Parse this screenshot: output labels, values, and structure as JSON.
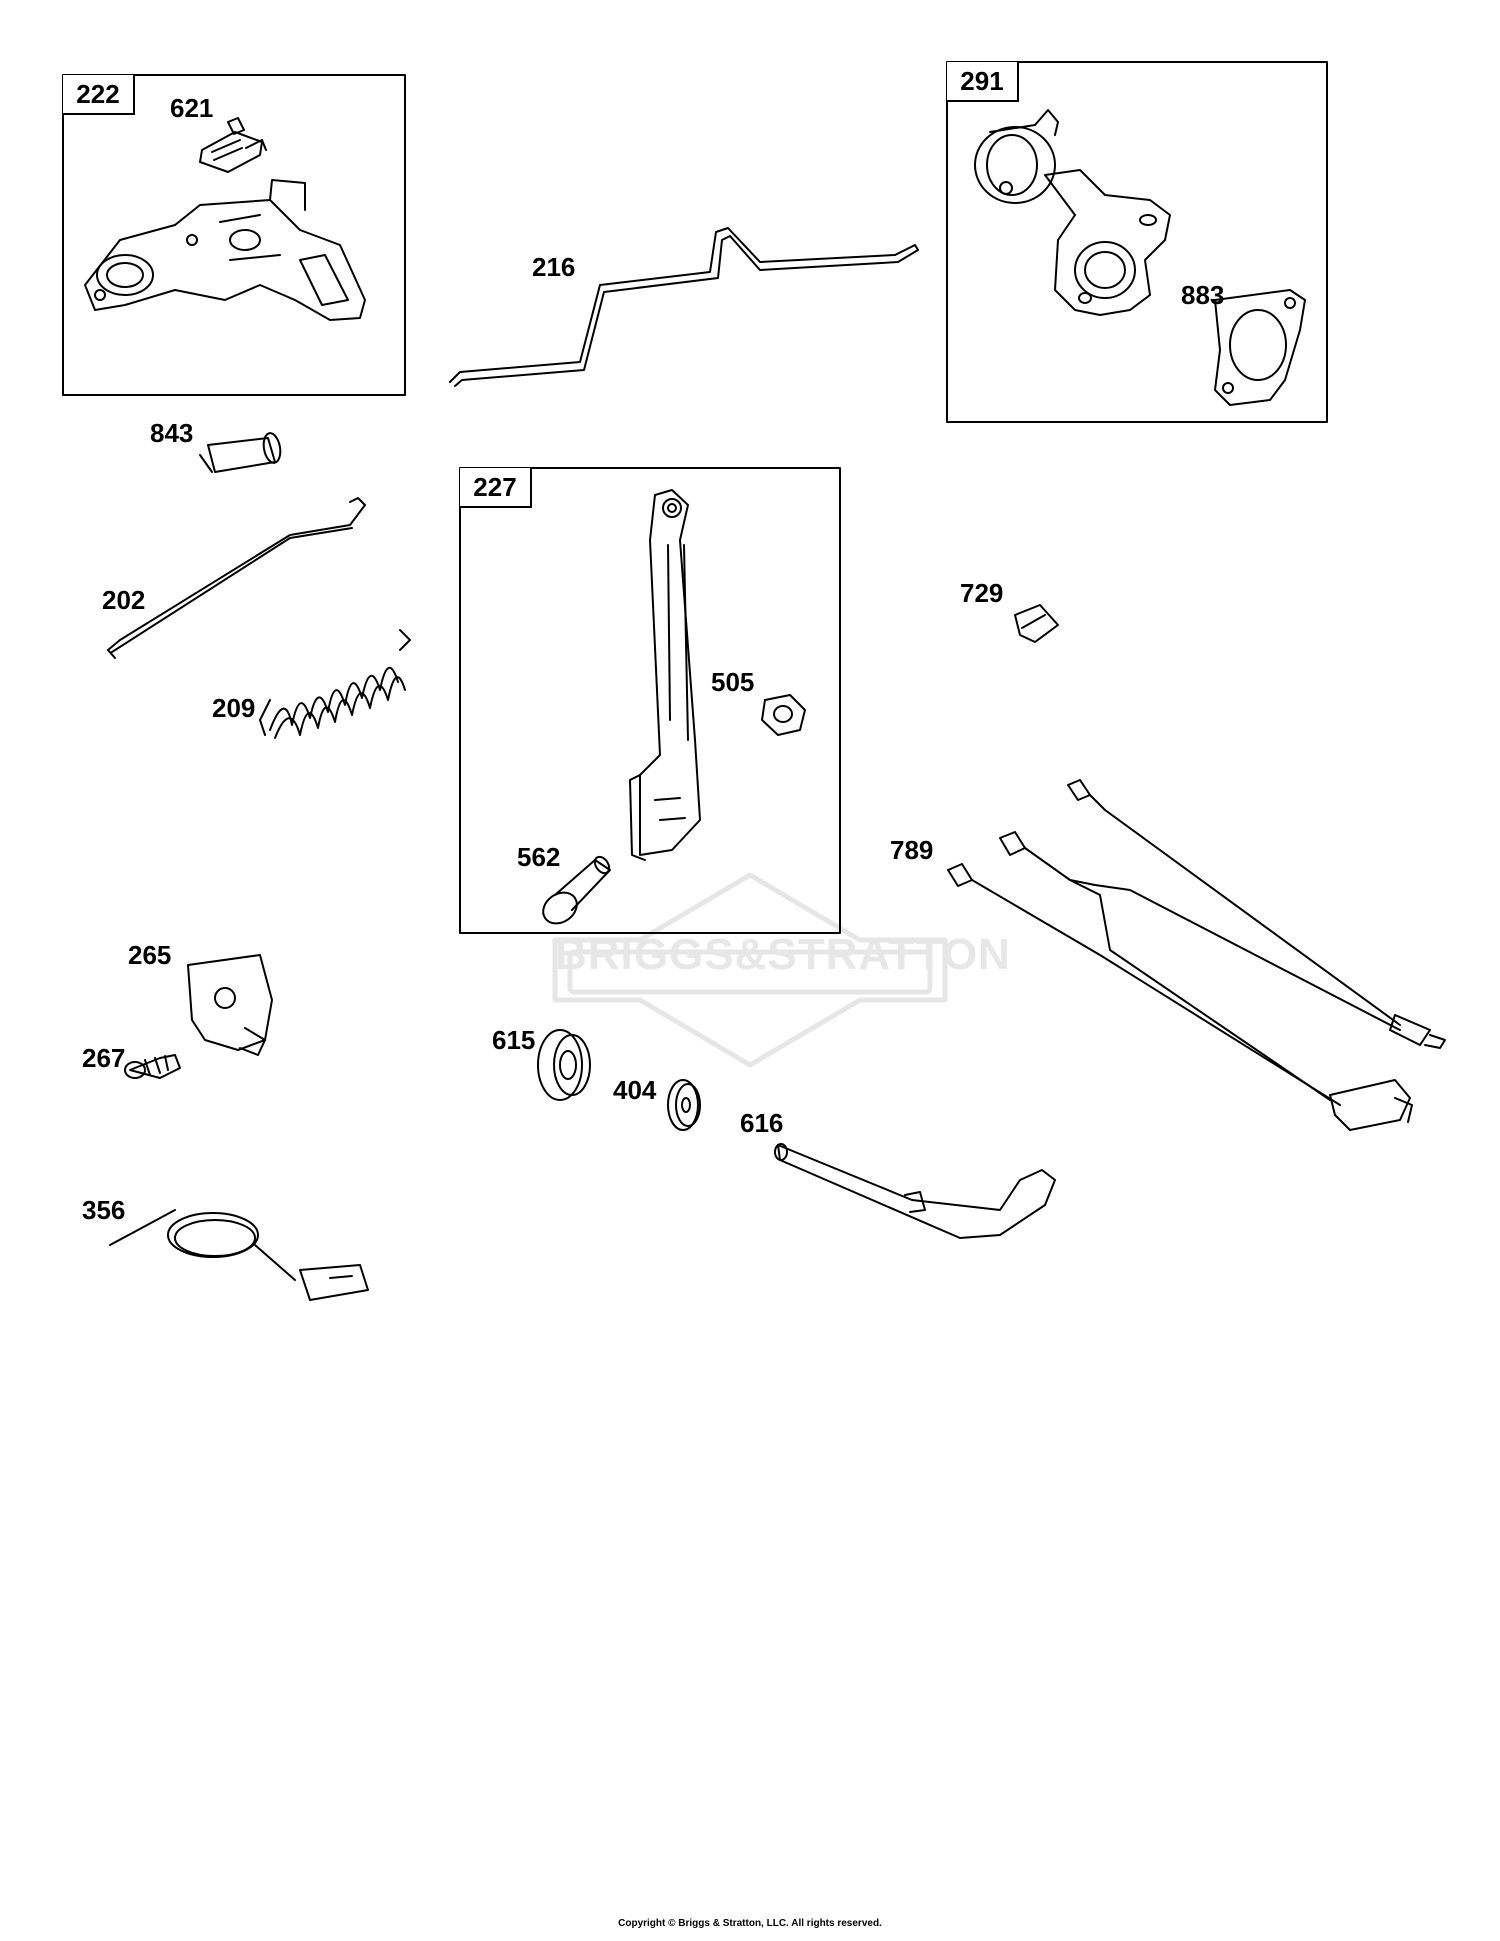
{
  "kits": [
    {
      "number": "222"
    },
    {
      "number": "291"
    },
    {
      "number": "227"
    }
  ],
  "parts": [
    {
      "number": "621"
    },
    {
      "number": "216"
    },
    {
      "number": "883"
    },
    {
      "number": "843"
    },
    {
      "number": "202"
    },
    {
      "number": "209"
    },
    {
      "number": "505"
    },
    {
      "number": "562"
    },
    {
      "number": "729"
    },
    {
      "number": "789"
    },
    {
      "number": "265"
    },
    {
      "number": "267"
    },
    {
      "number": "615"
    },
    {
      "number": "404"
    },
    {
      "number": "616"
    },
    {
      "number": "356"
    }
  ],
  "watermark": {
    "text": "BRIGGS&STRATTON"
  },
  "footer": {
    "copyright": "Copyright © Briggs & Stratton, LLC. All rights reserved."
  }
}
